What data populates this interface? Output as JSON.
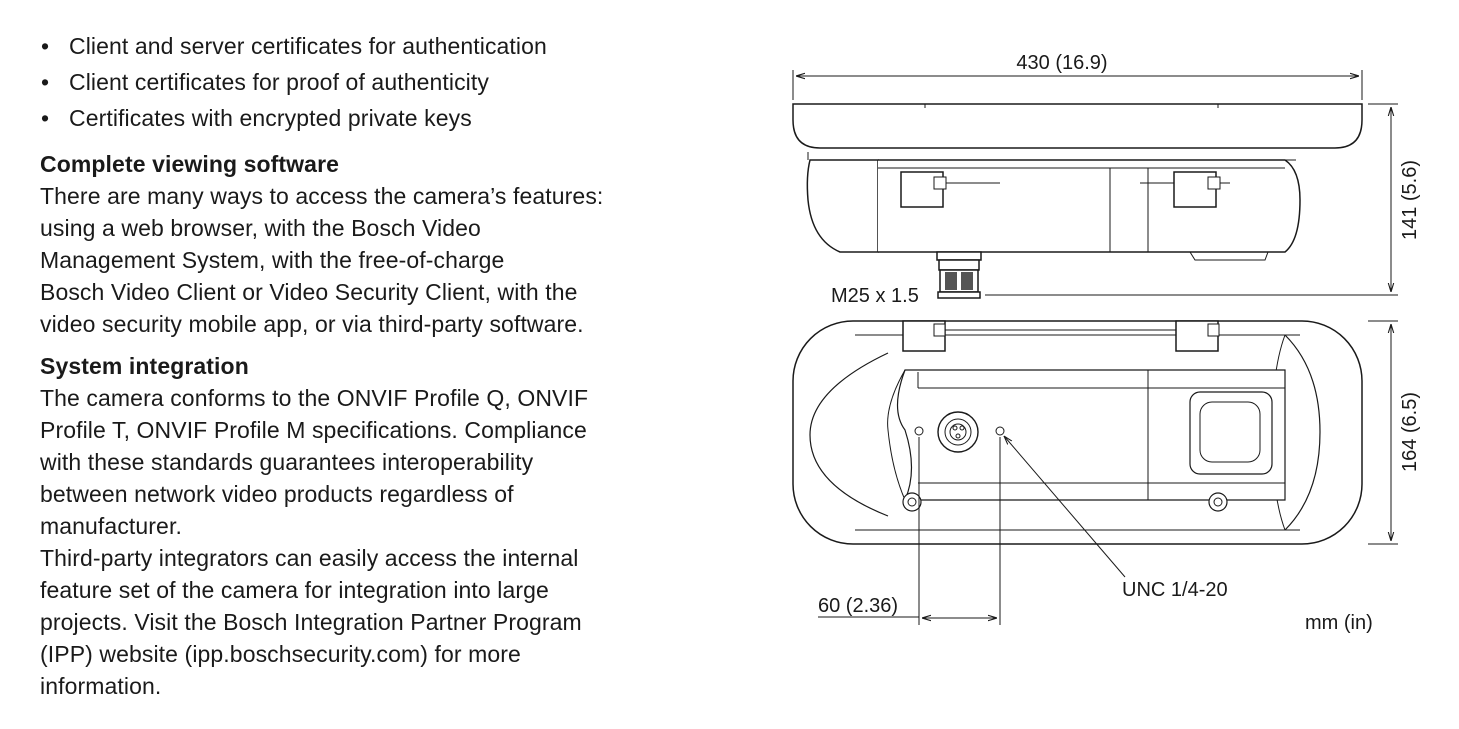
{
  "bullets": [
    "Client and server certificates for authentication",
    "Client certificates for proof of authenticity",
    "Certificates with encrypted private keys"
  ],
  "bullet_glyph": "•",
  "sections": [
    {
      "heading": "Complete viewing software",
      "lines": [
        "There are many ways to access the camera’s features:",
        "using a web browser, with the Bosch Video",
        "Management System, with the free-of-charge",
        "Bosch Video Client or Video Security Client, with the",
        "video security mobile app, or via third-party software."
      ]
    },
    {
      "heading": "System integration",
      "lines": [
        "The camera conforms to the ONVIF Profile Q, ONVIF",
        "Profile T, ONVIF Profile M specifications. Compliance",
        "with these standards guarantees interoperability",
        "between network video products regardless of",
        "manufacturer.",
        "Third-party integrators can easily access the internal",
        "feature set of the camera for integration into large",
        "projects. Visit the Bosch Integration Partner Program",
        "(IPP) website (ipp.boschsecurity.com) for more",
        "information."
      ]
    }
  ],
  "drawing": {
    "width_label": "430 (16.9)",
    "height_label": "141 (5.6)",
    "depth_label": "164 (6.5)",
    "gland_label": "M25 x 1.5",
    "offset_label": "60 (2.36)",
    "thread_label": "UNC 1/4-20",
    "units_label": "mm (in)"
  }
}
